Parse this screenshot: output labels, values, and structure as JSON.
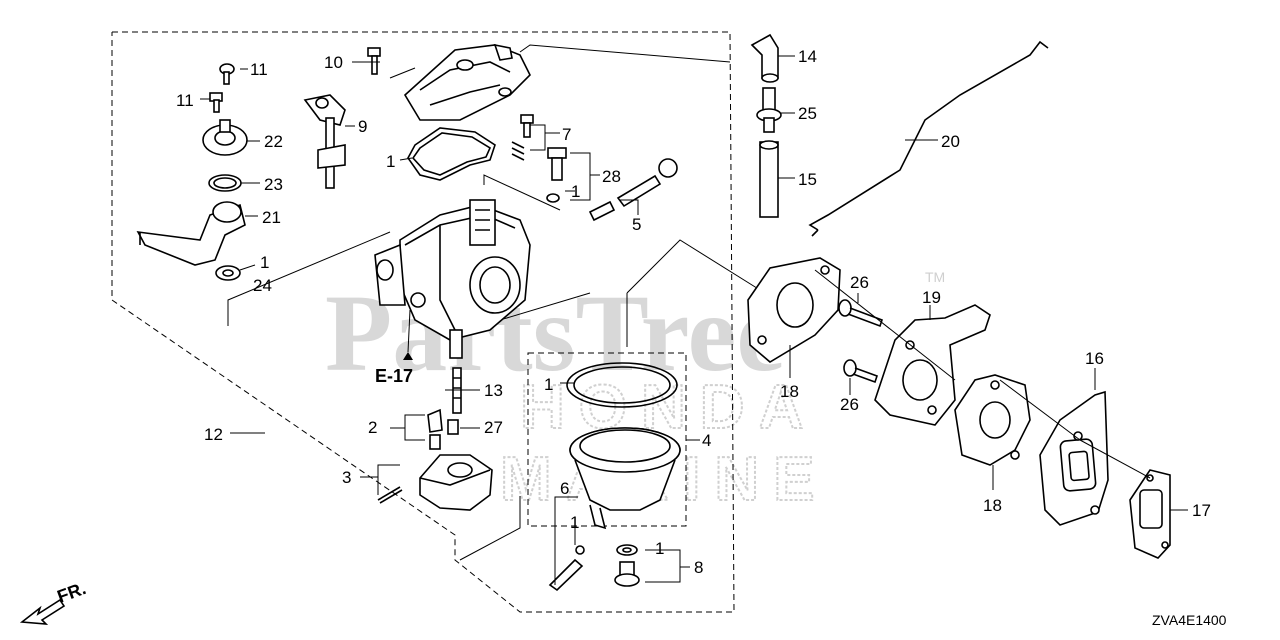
{
  "watermark": {
    "brand": "PartsTree",
    "tm": "TM",
    "line2": "HONDA",
    "line3": "MARINE"
  },
  "diagram_code": "ZVA4E1400",
  "direction_label": "FR.",
  "ref_label": "E-17",
  "callouts": {
    "c10": "10",
    "c11a": "11",
    "c11b": "11",
    "c22": "22",
    "c9": "9",
    "c23": "23",
    "c21": "21",
    "c1a": "1",
    "c24": "24",
    "c1b": "1",
    "c7": "7",
    "c28": "28",
    "c1c": "1",
    "c5": "5",
    "c14": "14",
    "c25": "25",
    "c15": "15",
    "c20": "20",
    "c26a": "26",
    "c19": "19",
    "c18a": "18",
    "c26b": "26",
    "c16": "16",
    "c18b": "18",
    "c17": "17",
    "c12": "12",
    "c13": "13",
    "c2": "2",
    "c27": "27",
    "c3": "3",
    "c1d": "1",
    "c4": "4",
    "c6": "6",
    "c1e": "1",
    "c1f": "1",
    "c8": "8"
  }
}
